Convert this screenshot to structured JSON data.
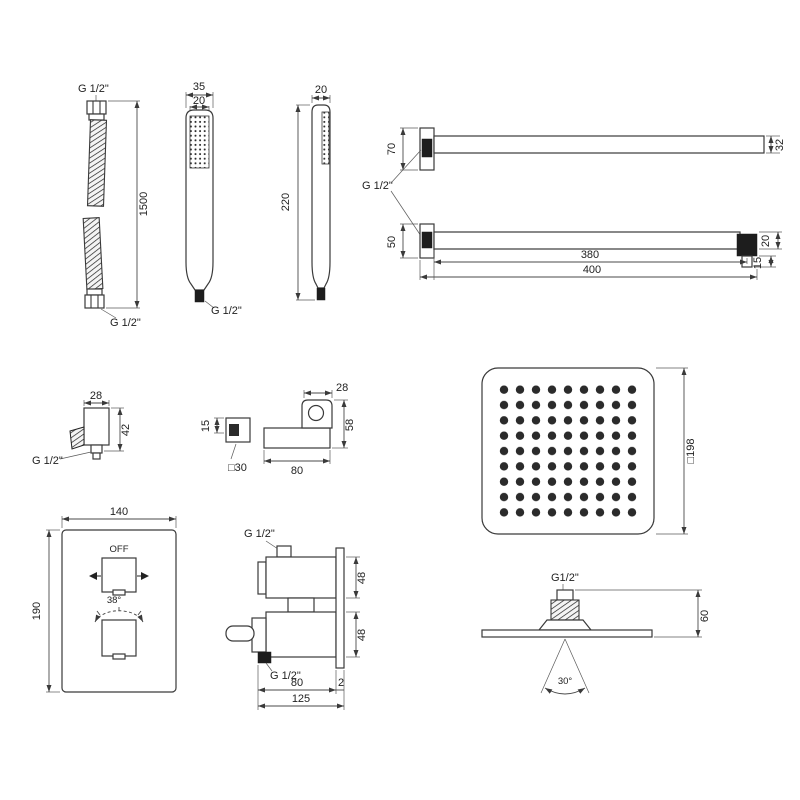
{
  "palette": {
    "background": "#ffffff",
    "line": "#3a3a3a",
    "fill_dark": "#1d1d1d"
  },
  "drawing": {
    "hose": {
      "thread_top": "G 1/2\"",
      "length": "1500",
      "thread_bottom": "G 1/2\""
    },
    "hand_front": {
      "width": "35",
      "face_width": "20",
      "thread": "G 1/2\""
    },
    "hand_side": {
      "depth": "20",
      "height": "220"
    },
    "arm_upper": {
      "flange": "70",
      "tube": "32"
    },
    "arm_thread": "G 1/2\"",
    "arm_lower": {
      "flange": "50",
      "tube": "20",
      "drop": "15",
      "len_inner": "380",
      "len_total": "400"
    },
    "holder": {
      "width": "28",
      "height": "42",
      "thread": "G 1/2\""
    },
    "bracket": {
      "plate": "15",
      "plate_size": "□30",
      "cup": "28",
      "height": "58",
      "length": "80"
    },
    "head_top": {
      "size": "□198"
    },
    "mixer_front": {
      "width": "140",
      "height": "190",
      "off": "OFF",
      "temp": "38°"
    },
    "mixer_side": {
      "thread_top": "G 1/2\"",
      "cart_top": "48",
      "cart_bottom": "48",
      "thread_bottom": "G 1/2\"",
      "depth_body": "80",
      "plate": "2",
      "depth_total": "125"
    },
    "head_side": {
      "thread": "G1/2\"",
      "height": "60",
      "angle": "30°"
    }
  }
}
